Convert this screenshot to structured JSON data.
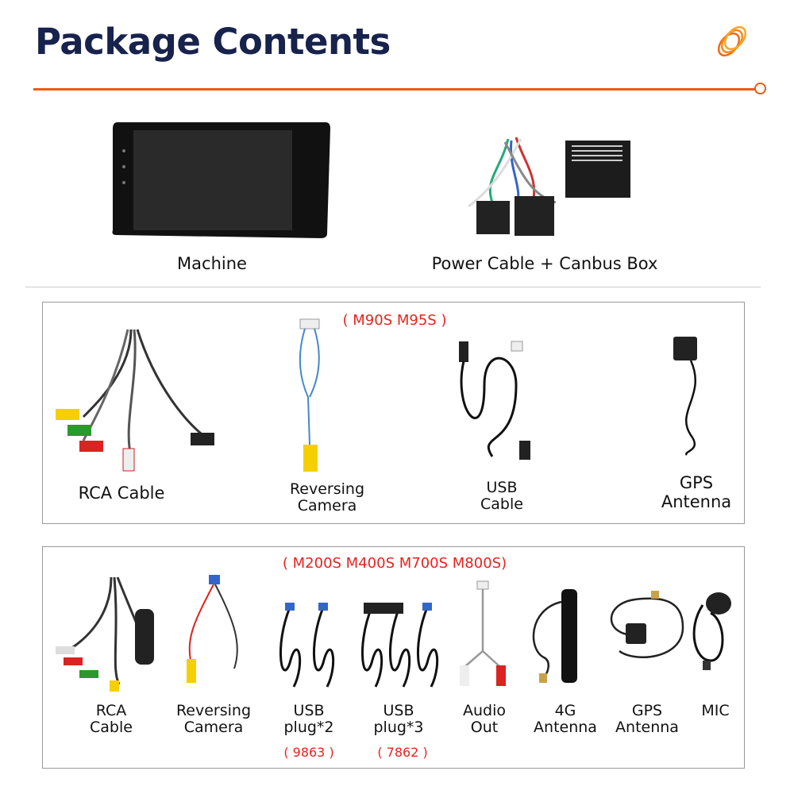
{
  "header": {
    "title": "Package Contents",
    "logo_icon": "orange-coil-logo",
    "accent": "#ee5a12",
    "title_color": "#17224d"
  },
  "top": {
    "items": [
      {
        "label": "Machine"
      },
      {
        "label": "Power Cable + Canbus Box"
      }
    ]
  },
  "box1": {
    "models": "( M90S M95S )",
    "items": [
      {
        "label1": "RCA Cable"
      },
      {
        "label1": "Reversing",
        "label2": "Camera"
      },
      {
        "label1": "USB",
        "label2": "Cable"
      },
      {
        "label1": "GPS",
        "label2": "Antenna"
      }
    ]
  },
  "box2": {
    "models": "( M200S M400S M700S M800S)",
    "items": [
      {
        "label1": "RCA",
        "label2": "Cable"
      },
      {
        "label1": "Reversing",
        "label2": "Camera"
      },
      {
        "label1": "USB",
        "label2": "plug*2",
        "code": "( 9863 )"
      },
      {
        "label1": "USB",
        "label2": "plug*3",
        "code": "( 7862 )"
      },
      {
        "label1": "Audio",
        "label2": "Out"
      },
      {
        "label1": "4G",
        "label2": "Antenna"
      },
      {
        "label1": "GPS",
        "label2": "Antenna"
      },
      {
        "label1": "MIC"
      }
    ]
  }
}
